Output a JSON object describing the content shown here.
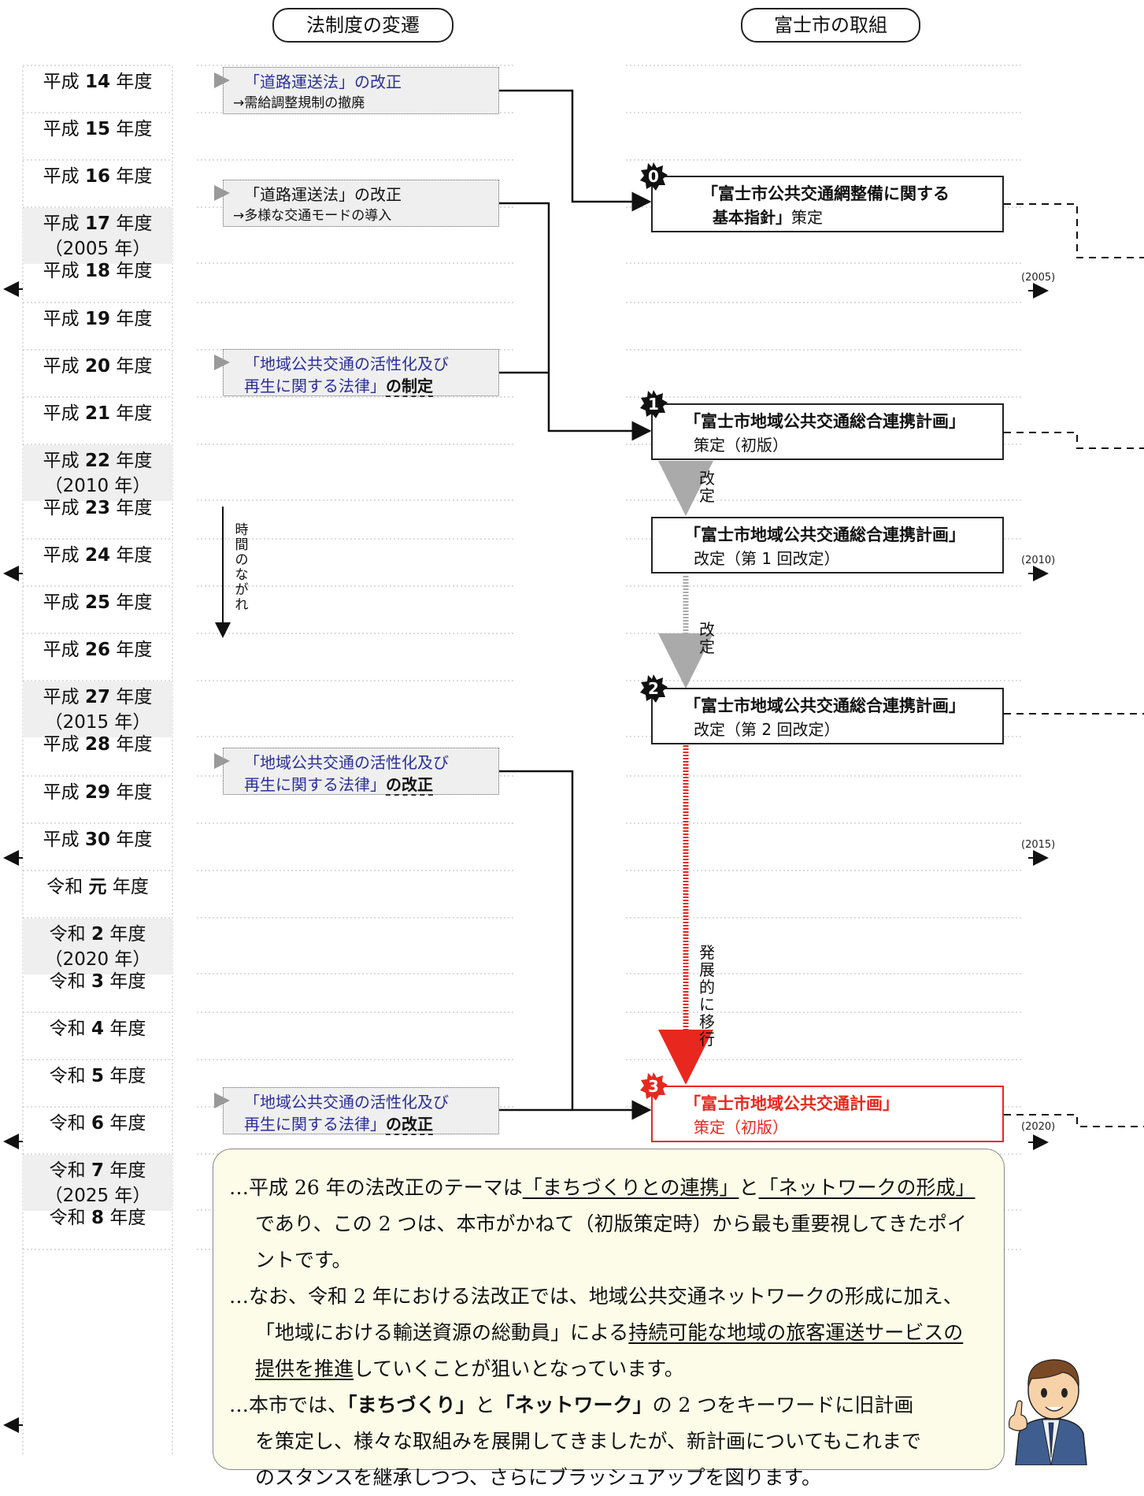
{
  "headers": {
    "law_history": "法制度の変遷",
    "city_initiatives": "富士市の取組"
  },
  "years": [
    {
      "era": "平成",
      "num": "14",
      "suffix": "年度",
      "west": ""
    },
    {
      "era": "平成",
      "num": "15",
      "suffix": "年度",
      "west": ""
    },
    {
      "era": "平成",
      "num": "16",
      "suffix": "年度",
      "west": ""
    },
    {
      "era": "平成",
      "num": "17",
      "suffix": "年度",
      "west": "（2005 年）"
    },
    {
      "era": "平成",
      "num": "18",
      "suffix": "年度",
      "west": ""
    },
    {
      "era": "平成",
      "num": "19",
      "suffix": "年度",
      "west": ""
    },
    {
      "era": "平成",
      "num": "20",
      "suffix": "年度",
      "west": ""
    },
    {
      "era": "平成",
      "num": "21",
      "suffix": "年度",
      "west": ""
    },
    {
      "era": "平成",
      "num": "22",
      "suffix": "年度",
      "west": "（2010 年）"
    },
    {
      "era": "平成",
      "num": "23",
      "suffix": "年度",
      "west": ""
    },
    {
      "era": "平成",
      "num": "24",
      "suffix": "年度",
      "west": ""
    },
    {
      "era": "平成",
      "num": "25",
      "suffix": "年度",
      "west": ""
    },
    {
      "era": "平成",
      "num": "26",
      "suffix": "年度",
      "west": ""
    },
    {
      "era": "平成",
      "num": "27",
      "suffix": "年度",
      "west": "（2015 年）"
    },
    {
      "era": "平成",
      "num": "28",
      "suffix": "年度",
      "west": ""
    },
    {
      "era": "平成",
      "num": "29",
      "suffix": "年度",
      "west": ""
    },
    {
      "era": "平成",
      "num": "30",
      "suffix": "年度",
      "west": ""
    },
    {
      "era": "令和",
      "num": "元",
      "suffix": "年度",
      "west": ""
    },
    {
      "era": "令和",
      "num": "2",
      "suffix": "年度",
      "west": "（2020 年）"
    },
    {
      "era": "令和",
      "num": "3",
      "suffix": "年度",
      "west": ""
    },
    {
      "era": "令和",
      "num": "4",
      "suffix": "年度",
      "west": ""
    },
    {
      "era": "令和",
      "num": "5",
      "suffix": "年度",
      "west": ""
    },
    {
      "era": "令和",
      "num": "6",
      "suffix": "年度",
      "west": ""
    },
    {
      "era": "令和",
      "num": "7",
      "suffix": "年度",
      "west": "（2025 年）"
    },
    {
      "era": "令和",
      "num": "8",
      "suffix": "年度",
      "west": ""
    }
  ],
  "laws": [
    {
      "line1": "「道路運送法」の改正",
      "line2": "→需給調整規制の撤廃",
      "style": "sub"
    },
    {
      "line1": "「道路運送法」の改正",
      "line2": "→多様な交通モードの導入",
      "style": "sub"
    },
    {
      "line1": "「地域公共交通の活性化及び",
      "line2a": "再生に関する法律」",
      "line2b": "の制定",
      "style": "law"
    },
    {
      "line1": "「地域公共交通の活性化及び",
      "line2a": "再生に関する法律」",
      "line2b": "の改正",
      "style": "law"
    },
    {
      "line1": "「地域公共交通の活性化及び",
      "line2a": "再生に関する法律」",
      "line2b": "の改正",
      "style": "law"
    }
  ],
  "time_flow_label": "時間のながれ",
  "plans": [
    {
      "badge": "0",
      "title": "「富士市公共交通網整備に関する",
      "title2": "基本指針」",
      "status": "策定"
    },
    {
      "badge": "1",
      "title": "「富士市地域公共交通総合連携計画」",
      "status": "策定（初版）"
    },
    {
      "badge": "",
      "title": "「富士市地域公共交通総合連携計画」",
      "status": "改定（第 1 回改定）"
    },
    {
      "badge": "2",
      "title": "「富士市地域公共交通総合連携計画」",
      "status": "改定（第 2 回改定）"
    },
    {
      "badge": "3",
      "title": "「富士市地域公共交通計画」",
      "status": "策定（初版）"
    }
  ],
  "transition_labels": {
    "revise": "改定",
    "develop": "発展的に移行"
  },
  "year_markers": [
    "(2005)",
    "(2010)",
    "(2015)",
    "(2020)"
  ],
  "colors": {
    "red": "#e8281e",
    "law_blue": "#2b2f9a",
    "shade": "#efefef",
    "note_bg": "#fcfce9"
  },
  "note": {
    "p1_pre": "…平成 26 年の法改正のテーマは",
    "p1_u1": "「まちづくりとの連携」",
    "p1_mid": "と",
    "p1_u2": "「ネットワークの形成」",
    "p1_post": "であり、この 2 つは、本市がかねて（初版策定時）から最も重要視してきたポイントです。",
    "p2_pre": "…なお、令和 2 年における法改正では、地域公共交通ネットワークの形成に加え、「地域における輸送資源の総動員」による",
    "p2_u": "持続可能な地域の旅客運送サービスの提供を推進",
    "p2_post": "していくことが狙いとなっています。",
    "p3_pre": "…本市では、",
    "p3_b1": "「まちづくり」",
    "p3_mid": "と",
    "p3_b2": "「ネットワーク」",
    "p3_post": "の 2 つをキーワードに旧計画を策定し、様々な取組みを展開してきましたが、新計画についてもこれまでのスタンスを継承しつつ、さらにブラッシュアップを図ります。"
  }
}
